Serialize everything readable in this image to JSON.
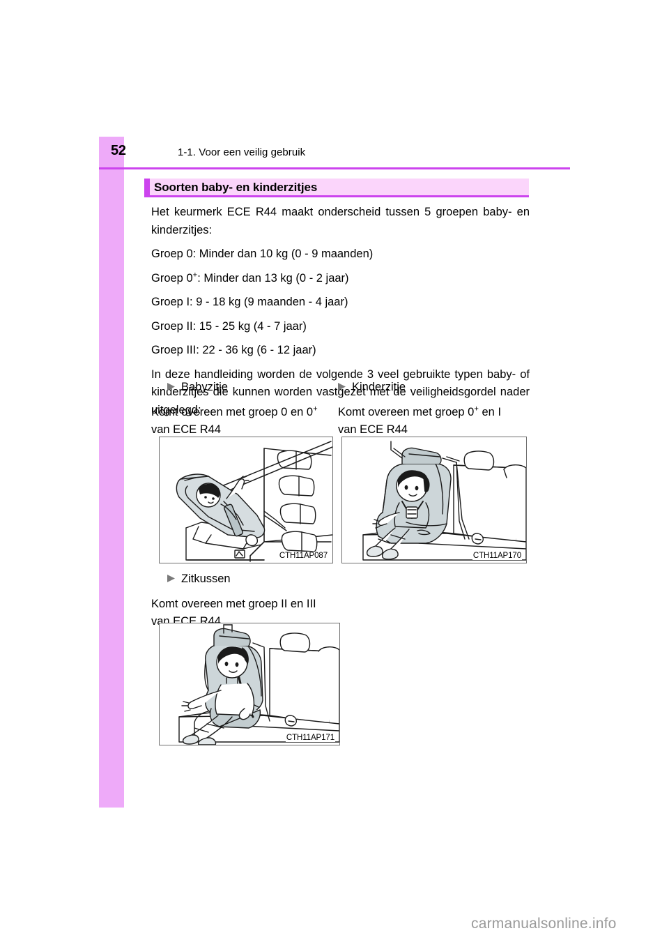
{
  "document": {
    "page_number": "52",
    "header_title": "1-1. Voor een veilig gebruik",
    "watermark": "carmanualsonline.info",
    "accent_color": "#cc44ee",
    "sidebar_color": "#eeaaf9",
    "heading_bg_color": "#fbd5fb"
  },
  "section": {
    "heading": "Soorten baby- en kinderzitjes",
    "intro": "Het keurmerk ECE R44 maakt onderscheid tussen 5 groepen baby- en kinderzitjes:",
    "groups": [
      {
        "prefix": "Groep 0: Minder dan 10 kg (0 - 9 maanden)",
        "sup": "",
        "suffix": ""
      },
      {
        "prefix": "Groep 0",
        "sup": "+",
        "suffix": ": Minder dan 13 kg (0 - 2 jaar)"
      },
      {
        "prefix": "Groep I: 9 - 18 kg (9 maanden - 4 jaar)",
        "sup": "",
        "suffix": ""
      },
      {
        "prefix": "Groep II: 15 - 25 kg (4 - 7 jaar)",
        "sup": "",
        "suffix": ""
      },
      {
        "prefix": "Groep III: 22 - 36 kg (6 - 12 jaar)",
        "sup": "",
        "suffix": ""
      }
    ],
    "outro": "In deze handleiding worden de volgende 3 veel gebruikte typen baby- of kinderzitjes die kunnen worden vastgezet met de veiligheidsgordel nader uitgelegd:"
  },
  "subsections": {
    "babyzitje": {
      "title": "Babyzitje",
      "desc_prefix": "Komt overeen met groep 0 en 0",
      "desc_sup": "+",
      "desc_tail": "van ECE R44",
      "figure_caption": "CTH11AP087"
    },
    "kinderzitje": {
      "title": "Kinderzitje",
      "desc_prefix": "Komt overeen met groep 0",
      "desc_sup": "+",
      "desc_mid": " en I",
      "desc_tail": "van ECE R44",
      "figure_caption": "CTH11AP170"
    },
    "zitkussen": {
      "title": "Zitkussen",
      "desc_prefix": "Komt overeen met groep II en III",
      "desc_tail": "van ECE R44",
      "figure_caption": "CTH11AP171"
    }
  }
}
